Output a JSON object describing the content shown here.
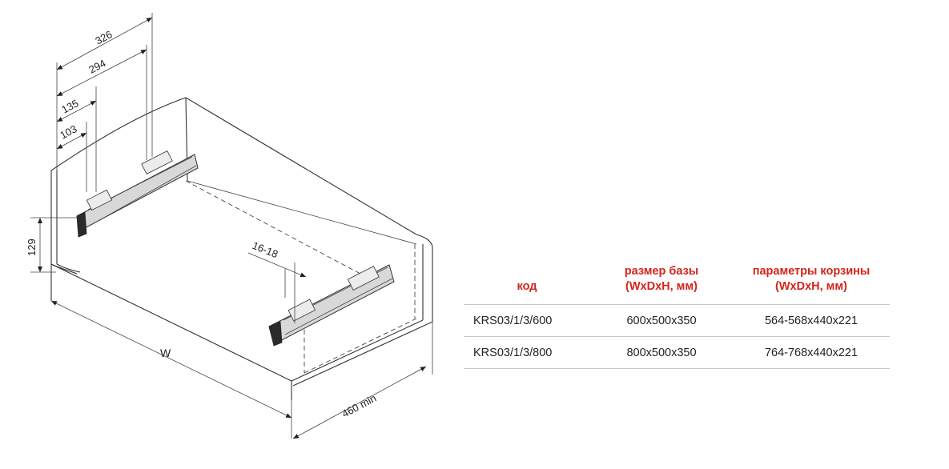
{
  "dimensions": {
    "d326": "326",
    "d294": "294",
    "d135": "135",
    "d103": "103",
    "d129": "129",
    "d1618": "16-18",
    "w": "W",
    "depth": "460 min"
  },
  "table": {
    "headers": [
      [
        "код"
      ],
      [
        "размер базы",
        "(WxDxH, мм)"
      ],
      [
        "параметры корзины",
        "(WxDxH, мм)"
      ]
    ],
    "rows": [
      [
        "KRS03/1/3/600",
        "600x500x350",
        "564-568x440x221"
      ],
      [
        "KRS03/1/3/800",
        "800x500x350",
        "764-768x440x221"
      ]
    ]
  }
}
